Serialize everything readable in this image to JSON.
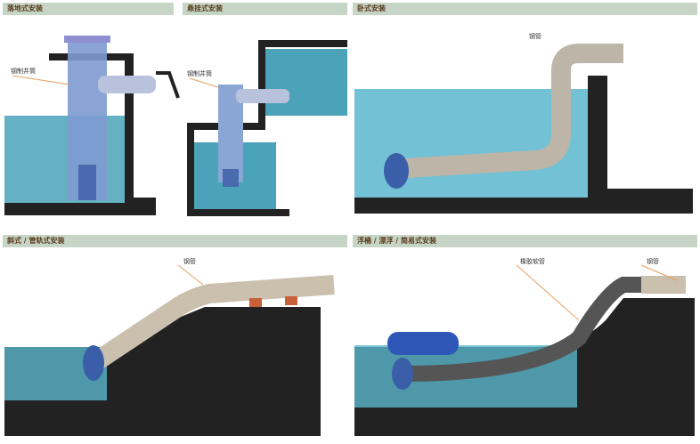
{
  "panels": [
    {
      "title": "落地式安装",
      "callouts": [
        "钢制井筒"
      ]
    },
    {
      "title": "悬挂式安装",
      "callouts": [
        "钢制井筒"
      ]
    },
    {
      "title": "卧式安装",
      "callouts": [
        "钢管"
      ]
    },
    {
      "title": "斜式 / 管轨式安装",
      "callouts": [
        "钢管"
      ]
    },
    {
      "title": "浮桶 / 漂浮 / 简易式安装",
      "callouts": [
        "橡胶软管",
        "钢管"
      ]
    }
  ],
  "colors": {
    "header_bg": "#c6d5c5",
    "header_text": "#5a3a1c",
    "water": "#4aa3b8",
    "concrete": "#222222",
    "pipe": "#c9c0b0",
    "callout_line": "#e8a060"
  }
}
